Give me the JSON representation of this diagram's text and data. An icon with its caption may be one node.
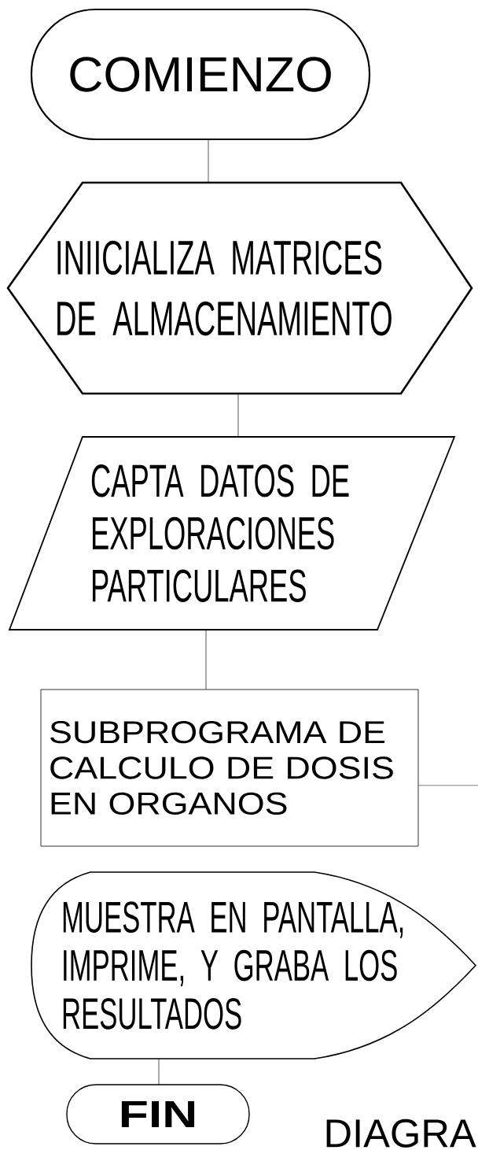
{
  "diagram": {
    "nodes": [
      {
        "text": [
          "COMIENZO"
        ]
      },
      {
        "text": [
          "INIICIALIZA MATRICES DE ALMACENAMIENTO"
        ]
      },
      {
        "text": [
          "CAPTA DATOS DE EXPLORACIONES PARTICULARES"
        ]
      },
      {
        "text": [
          "SUBPROGRAMA DE CALCULO DE DOSIS EN ORGANOS"
        ]
      },
      {
        "text": [
          "MUESTRA EN PANTALLA, IMPRIME, Y GRABA LOS RESULTADOS"
        ]
      },
      {
        "text": [
          "FIN"
        ]
      }
    ],
    "edges": [
      {
        "from": 0,
        "to": 1,
        "arrow": "none"
      },
      {
        "from": 1,
        "to": 2,
        "arrow": "none"
      },
      {
        "from": 2,
        "to": 3,
        "arrow": "none"
      },
      {
        "from": 3,
        "to": null,
        "arrow": "none"
      },
      {
        "from": 4,
        "to": 5,
        "arrow": "none"
      }
    ],
    "labels": [
      "DIAGRA"
    ]
  }
}
